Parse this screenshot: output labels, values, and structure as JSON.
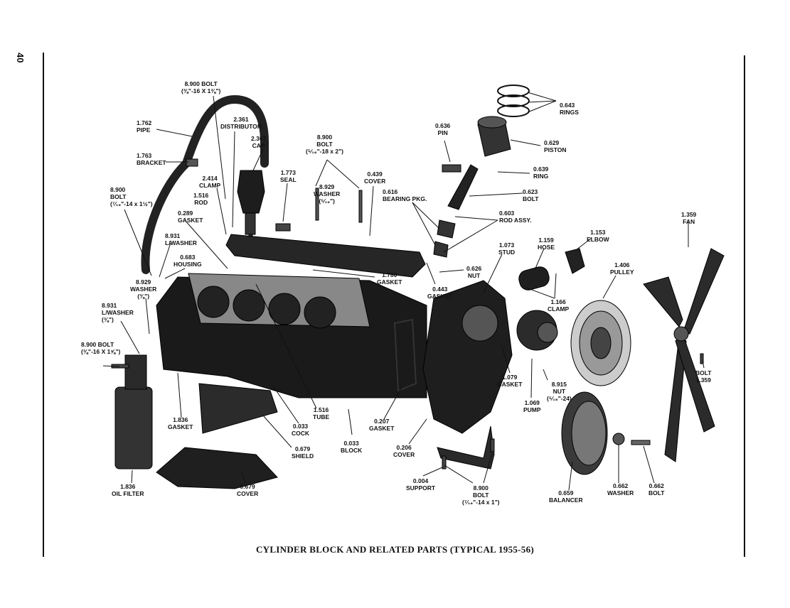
{
  "page_number": "40",
  "caption": "CYLINDER BLOCK AND RELATED PARTS (TYPICAL 1955-56)",
  "labels": {
    "bolt_top": {
      "num": "8.900 BOLT",
      "desc": "(⅜\"-16 X 1⅜\")"
    },
    "pipe": {
      "num": "1.762",
      "desc": "PIPE"
    },
    "distributor": {
      "num": "2.361",
      "desc": "DISTRIBUTOR"
    },
    "cap": {
      "num": "2.367",
      "desc": "CAP"
    },
    "bolt_mid": {
      "num": "8.900",
      "desc": "BOLT",
      "size": "(⁵⁄₁₆\"-18 x 2\")"
    },
    "bracket": {
      "num": "1.763",
      "desc": "BRACKET"
    },
    "seal": {
      "num": "1.773",
      "desc": "SEAL"
    },
    "clamp_rod": {
      "num": "2.414",
      "desc": "CLAMP"
    },
    "rod": {
      "num": "1.516",
      "desc": "ROD"
    },
    "washer_mid": {
      "num": "8.929",
      "desc": "WASHER",
      "size": "(⁵⁄₁₆\")"
    },
    "cover_top": {
      "num": "0.439",
      "desc": "COVER"
    },
    "bolt_left": {
      "num": "8.900",
      "desc": "BOLT",
      "size": "(⁷⁄₁₆\"-14 x 1½\")"
    },
    "gasket_top": {
      "num": "0.289",
      "desc": "GASKET"
    },
    "lwasher_1": {
      "num": "8.931",
      "desc": "L/WASHER"
    },
    "housing": {
      "num": "0.683",
      "desc": "HOUSING"
    },
    "washer_left": {
      "num": "8.929",
      "desc": "WASHER",
      "size": "(⅜\")"
    },
    "lwasher_2": {
      "num": "8.931",
      "desc": "L/WASHER",
      "size": "(⅜\")"
    },
    "bolt_filter": {
      "num": "8.900 BOLT",
      "desc": "(⅜\"-16 X 1⅝\")"
    },
    "gasket_valley": {
      "num": "1.780",
      "desc": "GASKET"
    },
    "rings": {
      "num": "0.643",
      "desc": "RINGS"
    },
    "pin": {
      "num": "0.636",
      "desc": "PIN"
    },
    "piston": {
      "num": "0.629",
      "desc": "PISTON"
    },
    "ring": {
      "num": "0.639",
      "desc": "RING"
    },
    "bearing": {
      "num": "0.616",
      "desc": "BEARING PKG."
    },
    "bolt_rod": {
      "num": "0.623",
      "desc": "BOLT"
    },
    "rod_assy": {
      "num": "0.603",
      "desc": "ROD ASSY."
    },
    "stud": {
      "num": "1.073",
      "desc": "STUD"
    },
    "nut_front": {
      "num": "0.626",
      "desc": "NUT"
    },
    "gasket_front": {
      "num": "0.443",
      "desc": "GASKET"
    },
    "hose": {
      "num": "1.159",
      "desc": "HOSE"
    },
    "elbow": {
      "num": "1.153",
      "desc": "ELBOW"
    },
    "fan": {
      "num": "1.359",
      "desc": "FAN"
    },
    "pulley": {
      "num": "1.406",
      "desc": "PULLEY"
    },
    "clamp_hose": {
      "num": "1.166",
      "desc": "CLAMP"
    },
    "bolt_fan": {
      "num": "BOLT",
      "desc": "1.359"
    },
    "gasket_pump": {
      "num": "1.079",
      "desc": "GASKET"
    },
    "nut_pump": {
      "num": "8.915",
      "desc": "NUT",
      "size": "(⁵⁄₁₆\"-24)"
    },
    "pump": {
      "num": "1.069",
      "desc": "PUMP"
    },
    "gasket_filter": {
      "num": "1.836",
      "desc": "GASKET"
    },
    "tube": {
      "num": "1.516",
      "desc": "TUBE"
    },
    "cock": {
      "num": "0.033",
      "desc": "COCK"
    },
    "shield": {
      "num": "0.679",
      "desc": "SHIELD"
    },
    "block": {
      "num": "0.033",
      "desc": "BLOCK"
    },
    "gasket_timing": {
      "num": "0.207",
      "desc": "GASKET"
    },
    "cover_timing": {
      "num": "0.206",
      "desc": "COVER"
    },
    "oil_filter": {
      "num": "1.836",
      "desc": "OIL FILTER"
    },
    "cover_pan": {
      "num": "0.679",
      "desc": "COVER"
    },
    "support": {
      "num": "0.004",
      "desc": "SUPPORT"
    },
    "bolt_support": {
      "num": "8.900",
      "desc": "BOLT",
      "size": "(⁷⁄₁₆\"-14 x 1\")"
    },
    "balancer": {
      "num": "0.659",
      "desc": "BALANCER"
    },
    "washer_bal": {
      "num": "0.662",
      "desc": "WASHER"
    },
    "bolt_bal": {
      "num": "0.662",
      "desc": "BOLT"
    }
  }
}
